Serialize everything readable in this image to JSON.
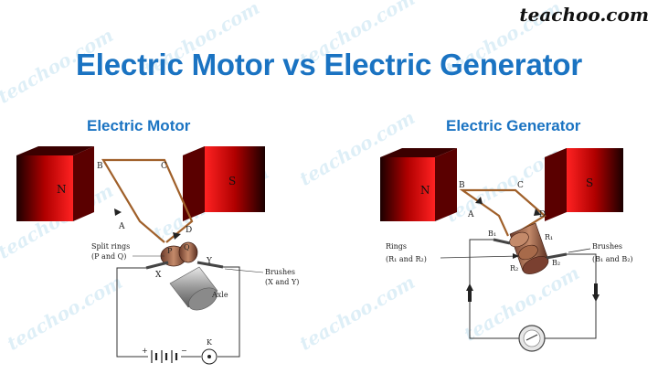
{
  "brand": "teachoo.com",
  "watermark": "teachoo.com",
  "title": "Electric Motor vs Electric Generator",
  "motor": {
    "heading": "Electric Motor",
    "pole_n": "N",
    "pole_s": "S",
    "corner_a": "A",
    "corner_b": "B",
    "corner_c": "C",
    "corner_d": "D",
    "split_rings_line1": "Split rings",
    "split_rings_line2": "(P and Q)",
    "ring_p": "P",
    "ring_q": "Q",
    "brush_x": "X",
    "brush_y": "Y",
    "brushes_line1": "Brushes",
    "brushes_line2": "(X and Y)",
    "axle": "Axle",
    "key": "K",
    "battery_plus": "+",
    "battery_minus": "−"
  },
  "generator": {
    "heading": "Electric Generator",
    "pole_n": "N",
    "pole_s": "S",
    "corner_a": "A",
    "corner_b": "B",
    "corner_c": "C",
    "corner_d": "D",
    "brush_b1": "B₁",
    "brush_b2": "B₂",
    "ring_r1": "R₁",
    "ring_r2": "R₂",
    "rings_line1": "Rings",
    "rings_line2": "(R₁ and R₂)",
    "brushes_line1": "Brushes",
    "brushes_line2": "(B₁ and B₂)"
  }
}
